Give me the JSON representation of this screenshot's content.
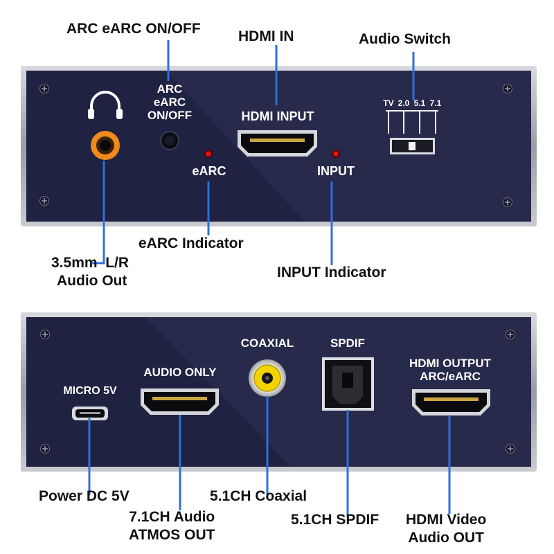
{
  "top_panel": {
    "arc_switch_label": [
      "ARC",
      "eARC",
      "ON/OFF"
    ],
    "hdmi_input_label": "HDMI INPUT",
    "earc_label": "eARC",
    "input_label": "INPUT",
    "switch_positions": [
      "TV",
      "2.0",
      "5.1",
      "7.1"
    ]
  },
  "bottom_panel": {
    "micro_label": "MICRO 5V",
    "audio_only_label": "AUDIO ONLY",
    "coaxial_label": "COAXIAL",
    "spdif_label": "SPDIF",
    "hdmi_output_label": [
      "HDMI OUTPUT",
      "ARC/eARC"
    ]
  },
  "callouts": {
    "arc_earc": "ARC eARC ON/OFF",
    "hdmi_in": "HDMI IN",
    "audio_switch": "Audio Switch",
    "earc_indicator": "eARC Indicator",
    "audio_out_line1": "3.5mm  L/R",
    "audio_out_line2": "Audio Out",
    "input_indicator": "INPUT Indicator",
    "power": "Power DC 5V",
    "coaxial": "5.1CH Coaxial",
    "atmos_line1": "7.1CH Audio",
    "atmos_line2": "ATMOS OUT",
    "spdif": "5.1CH SPDIF",
    "hdmi_video_line1": "HDMI Video",
    "hdmi_video_line2": "Audio OUT"
  },
  "colors": {
    "panel": "#272a4a",
    "panel_shade": "#1f2240",
    "frame": "#a9acb2",
    "leader": "#2f6fe0",
    "led": "#e01515",
    "headphone_jack": "#f08a1c",
    "coax_center": "#f2d400"
  },
  "icons": [
    "headphones-icon",
    "screw-icon"
  ]
}
